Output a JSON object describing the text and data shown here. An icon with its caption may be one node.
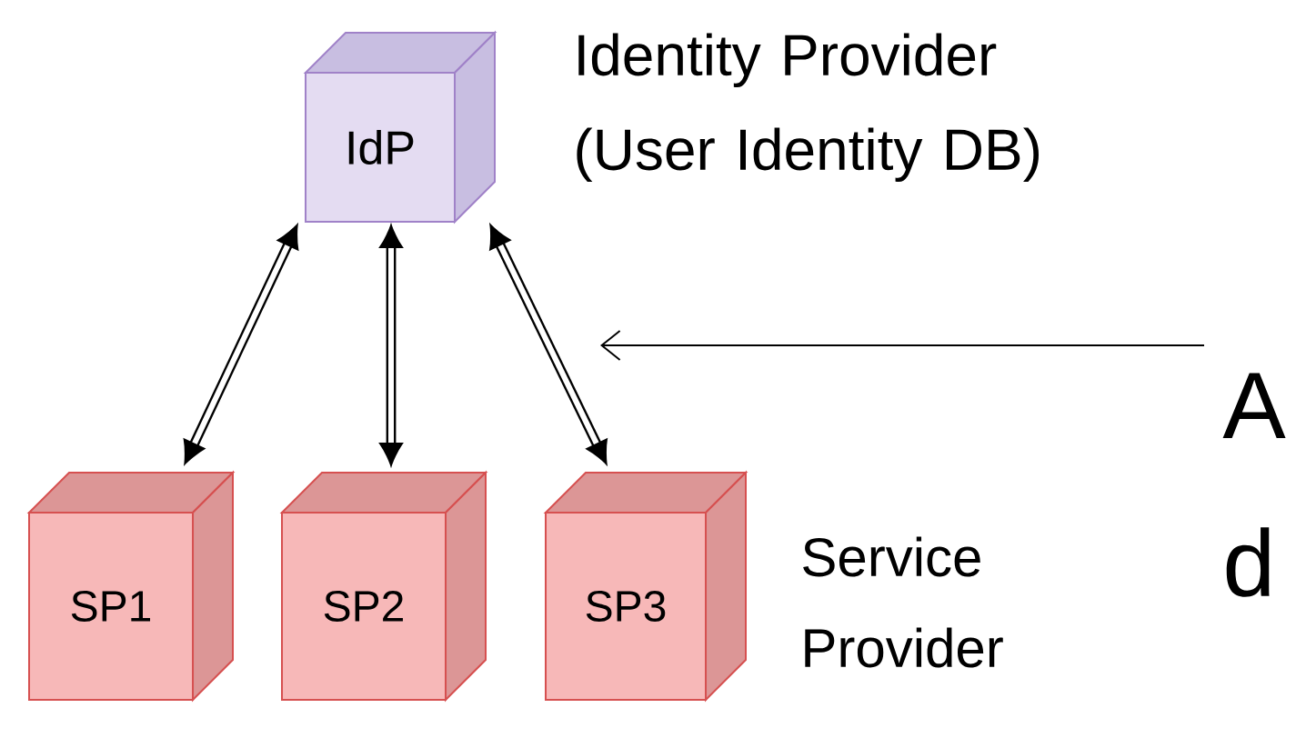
{
  "diagram": {
    "nodes": [
      {
        "text": [
          "IdP"
        ],
        "beside": [
          "Identity Provider (User Identity DB)"
        ]
      },
      {
        "text": [
          "SP1"
        ]
      },
      {
        "text": [
          "SP2"
        ]
      },
      {
        "text": [
          "SP3"
        ],
        "beside": [
          "Service Provider"
        ]
      },
      {
        "text": [
          "A"
        ]
      }
    ],
    "edges": [
      {
        "from": 0,
        "to": 1,
        "arrow": "both"
      },
      {
        "from": 0,
        "to": 2,
        "arrow": "both"
      },
      {
        "from": 0,
        "to": 3,
        "arrow": "both"
      },
      {
        "from": 4,
        "to": null,
        "arrow": "to"
      }
    ],
    "labels": [
      "d"
    ]
  }
}
